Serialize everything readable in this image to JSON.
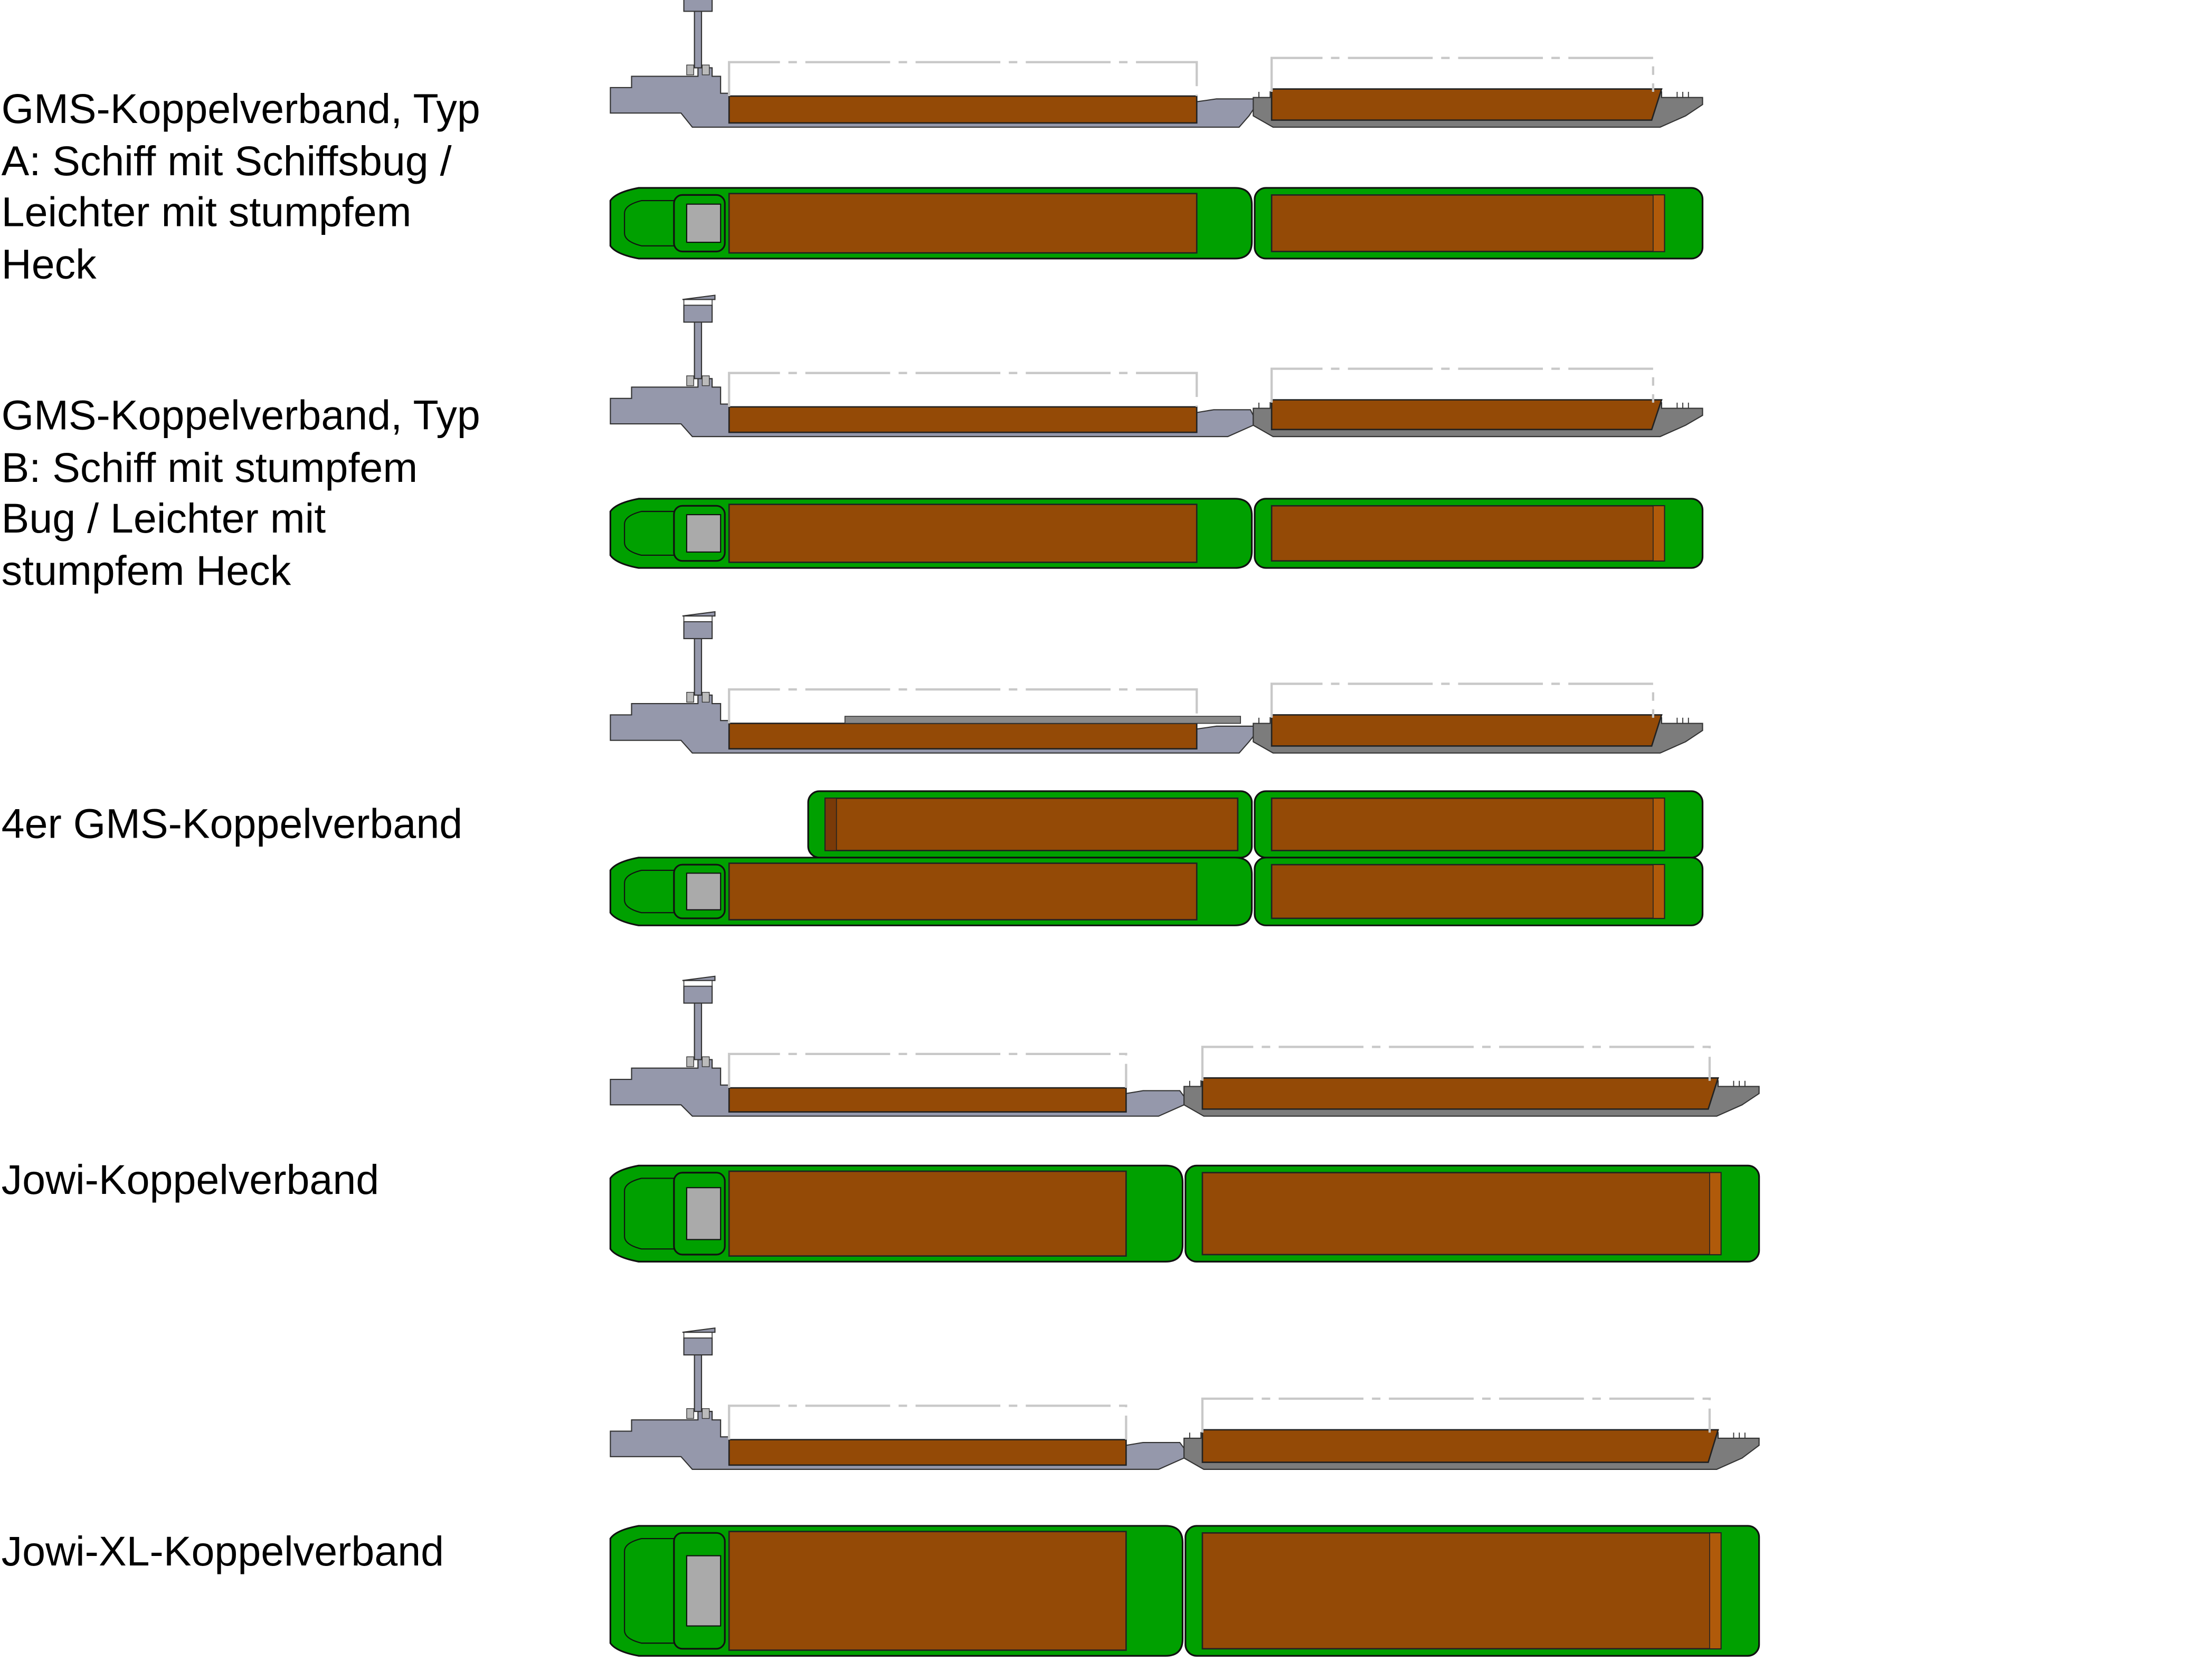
{
  "colors": {
    "deck_green": "#00A000",
    "cargo_brown": "#944A06",
    "cargo_edge_orange": "#B05A0A",
    "ship_hull_gray": "#9598AB",
    "barge_hull_gray": "#7C7C7C",
    "wheelhouse_gray": "#AAAAAA",
    "envelope_dash_gray": "#C8C8C8"
  },
  "sections": [
    {
      "id": "gms-typ-a",
      "label": "GMS-Koppelverband, Typ\nA: Schiff mit Schiffsbug /\nLeichter mit stumpfem\nHeck",
      "formation": "1 ship + 1 barge in line",
      "ship_bow": "ship-bow",
      "barge_stern": "blunt"
    },
    {
      "id": "gms-typ-b",
      "label": "GMS-Koppelverband, Typ\nB: Schiff mit stumpfem\nBug / Leichter mit\nstumpfem Heck",
      "formation": "1 ship + 1 barge in line",
      "ship_bow": "blunt",
      "barge_stern": "blunt"
    },
    {
      "id": "gms-4er",
      "label": "4er GMS-Koppelverband",
      "formation": "1 ship + 3 barges (2×2)"
    },
    {
      "id": "jowi",
      "label": "Jowi-Koppelverband",
      "formation": "1 ship + 1 barge in line"
    },
    {
      "id": "jowi-xl",
      "label": "Jowi-XL-Koppelverband",
      "formation": "1 ship + 1 barge in line"
    }
  ]
}
